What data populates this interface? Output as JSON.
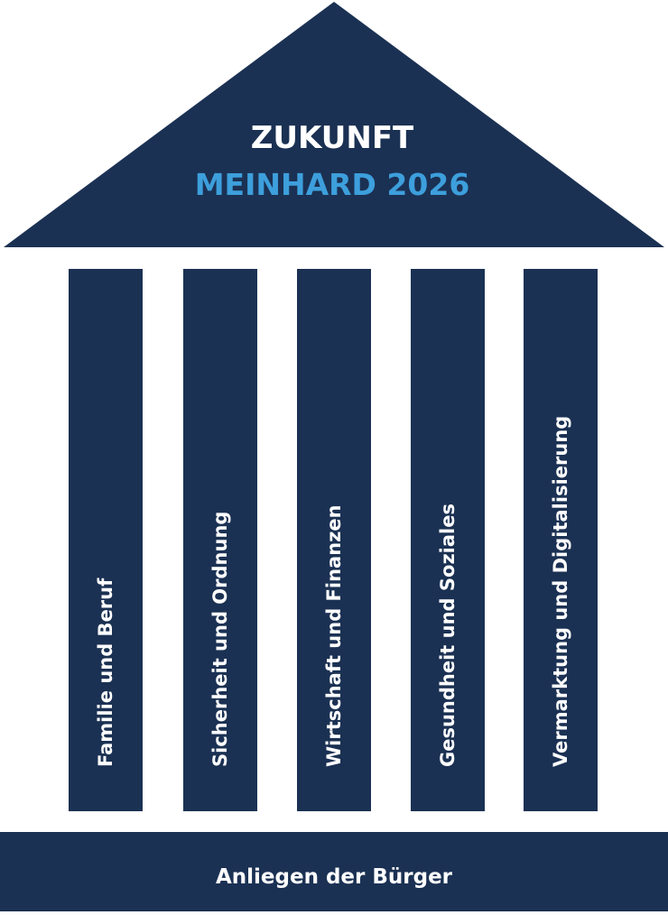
{
  "colors": {
    "navy": "#1b3153",
    "accent_blue": "#3d9fdc",
    "text_white": "#ffffff",
    "background": "#ffffff"
  },
  "roof": {
    "line1": "ZUKUNFT",
    "line2": "MEINHARD 2026"
  },
  "pillars": [
    {
      "label": "Familie und Beruf"
    },
    {
      "label": "Sicherheit und Ordnung"
    },
    {
      "label": "Wirtschaft und Finanzen"
    },
    {
      "label": "Gesundheit und Soziales"
    },
    {
      "label": "Vermarktung und Digitalisierung"
    }
  ],
  "base": {
    "label": "Anliegen der Bürger"
  }
}
